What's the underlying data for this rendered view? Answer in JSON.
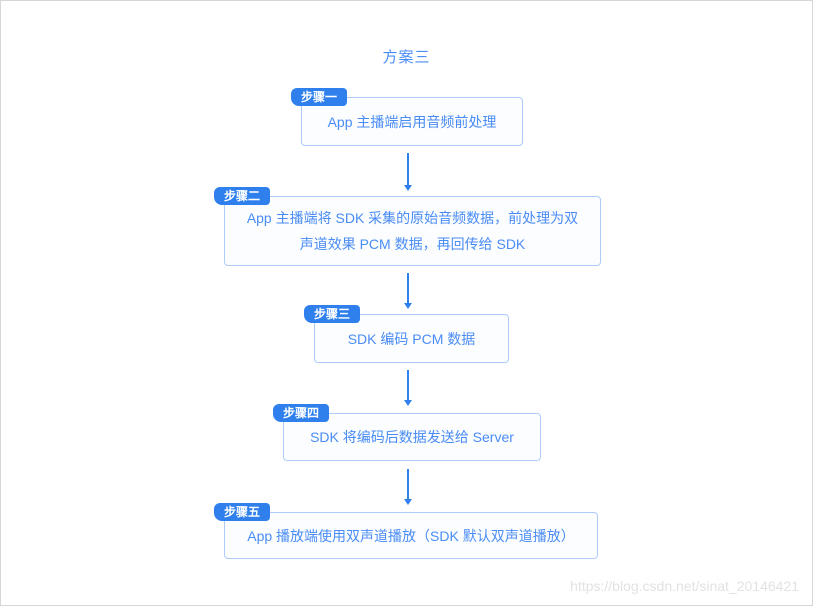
{
  "title": "方案三",
  "steps": [
    {
      "badge": "步骤一",
      "text": "App 主播端启用音频前处理"
    },
    {
      "badge": "步骤二",
      "text": "App 主播端将 SDK 采集的原始音频数据，前处理为双声道效果 PCM 数据，再回传给 SDK"
    },
    {
      "badge": "步骤三",
      "text": "SDK 编码 PCM 数据"
    },
    {
      "badge": "步骤四",
      "text": "SDK 将编码后数据发送给 Server"
    },
    {
      "badge": "步骤五",
      "text": "App 播放端使用双声道播放（SDK 默认双声道播放）"
    }
  ],
  "watermark": "https://blog.csdn.net/sinat_20146421",
  "colors": {
    "accent": "#2F80ED",
    "text": "#4A8CF5",
    "box_border": "#AECBFA",
    "box_bg": "#FBFDFF",
    "watermark": "#E2E2E2",
    "frame": "#D6D6D6"
  }
}
